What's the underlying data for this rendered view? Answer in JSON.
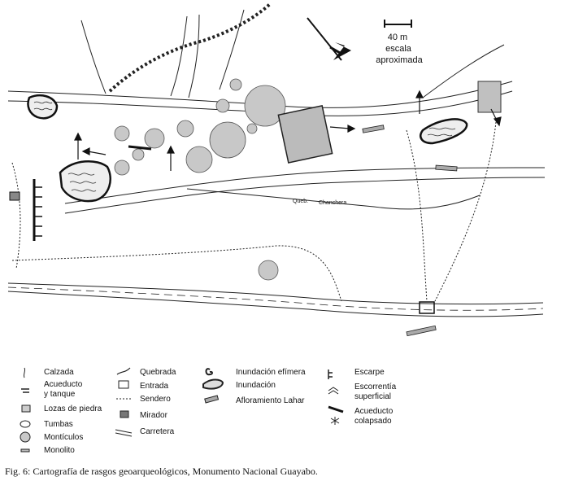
{
  "scale": {
    "distance": "40 m",
    "note_line1": "escala",
    "note_line2": "aproximada"
  },
  "place_labels": {
    "queb": "Queb.",
    "chanchera": "Chanchera"
  },
  "legend": {
    "col1": [
      "Calzada",
      "Acueducto",
      "y tanque",
      "Lozas de piedra",
      "Tumbas",
      "Montículos",
      "Monolito"
    ],
    "col2": [
      "Quebrada",
      "Entrada",
      "Sendero",
      "Mirador",
      "Carretera"
    ],
    "col3": [
      "Inundación efímera",
      "Inundación",
      "Afloramiento Lahar"
    ],
    "col4": [
      "Escarpe",
      "Escorrentía",
      "superficial",
      "Acueducto",
      "colapsado"
    ]
  },
  "caption": "Fig. 6: Cartografía de rasgos geoarqueológicos, Monumento Nacional Guayabo."
}
